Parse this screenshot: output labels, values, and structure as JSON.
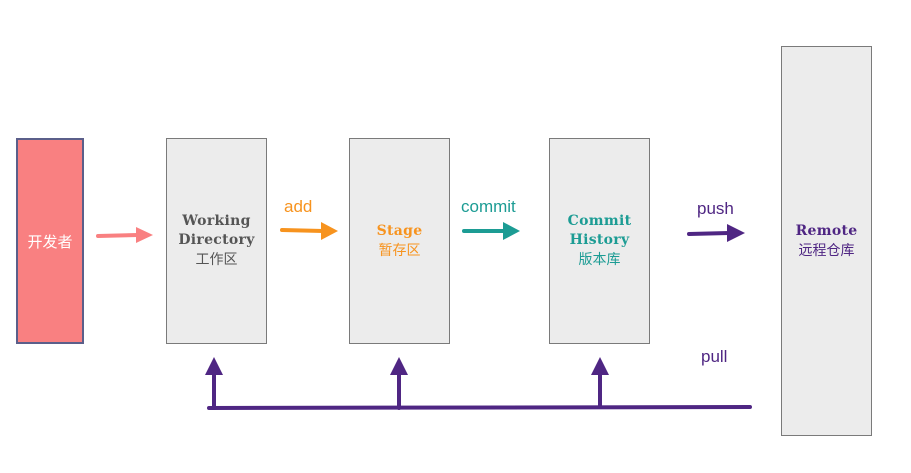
{
  "developer": {
    "label": "开发者"
  },
  "working_directory": {
    "title": "Working\nDirectory",
    "subtitle": "工作区"
  },
  "stage": {
    "title": "Stage",
    "subtitle": "暂存区"
  },
  "commit_history": {
    "title": "Commit\nHistory",
    "subtitle": "版本库"
  },
  "remote": {
    "title": "Remote",
    "subtitle": "远程仓库"
  },
  "commands": {
    "add": "add",
    "commit": "commit",
    "push": "push",
    "pull": "pull"
  },
  "colors": {
    "developer": "#f98081",
    "add": "#f7931e",
    "commit": "#1c9c94",
    "push_pull": "#4f2683",
    "box_fill": "#ececec",
    "box_title": "#555555"
  }
}
